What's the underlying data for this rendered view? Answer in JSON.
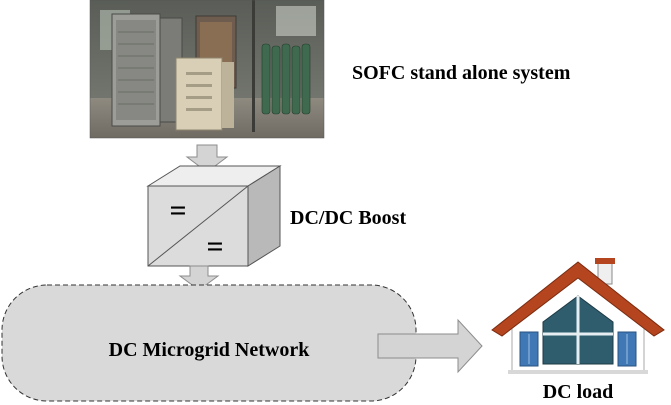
{
  "labels": {
    "sofc": "SOFC stand alone system",
    "converter": "DC/DC Boost",
    "network": "DC Microgrid Network",
    "load": "DC load"
  },
  "converter_symbols": {
    "input": "=",
    "output": "="
  },
  "colors": {
    "arrow_fill": "#d4d4d4",
    "arrow_stroke": "#8c8c8c",
    "box_front": "#dcdcdc",
    "box_top": "#eeeeee",
    "box_side": "#b9b9b9",
    "network_fill": "#d9d9d9",
    "roof": "#b4451f",
    "house_wall": "#ffffff",
    "window": "#2f5d6e",
    "shutter": "#3f78b5"
  }
}
